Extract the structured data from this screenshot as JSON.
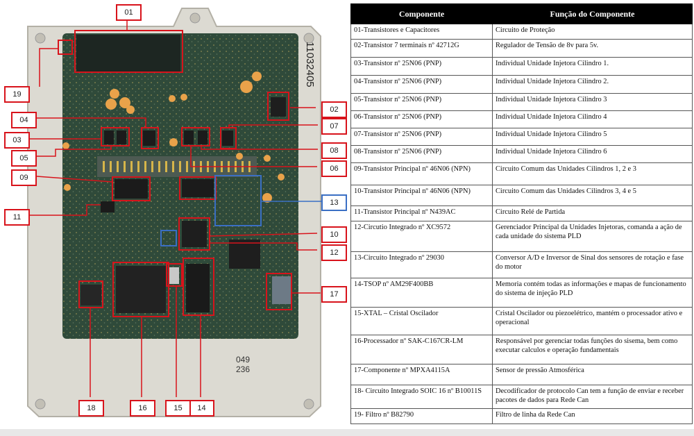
{
  "board": {
    "serial": "11032405",
    "stamp_line1": "049",
    "stamp_line2": "236"
  },
  "callouts": [
    "01",
    "02",
    "03",
    "04",
    "05",
    "06",
    "07",
    "08",
    "09",
    "10",
    "11",
    "12",
    "13",
    "14",
    "15",
    "16",
    "17",
    "18",
    "19"
  ],
  "table": {
    "header_component": "Componente",
    "header_function": "Função do Componente",
    "rows": [
      {
        "component": "01-Transistores e Capacitores",
        "function": "Circuito de Proteção"
      },
      {
        "component": "02-Transistor 7 terminais nº 42712G",
        "function": "Regulador de Tensão de 8v para 5v."
      },
      {
        "component": "03-Transistor nº 25N06 (PNP)",
        "function": "Individual Unidade Injetora Cilindro 1."
      },
      {
        "component": "04-Transistor nº 25N06 (PNP)",
        "function": "Individual Unidade Injetora Cilindro 2."
      },
      {
        "component": "05-Transistor nº 25N06 (PNP)",
        "function": "Individual Unidade Injetora Cilindro 3"
      },
      {
        "component": "06-Transistor nº 25N06 (PNP)",
        "function": "Individual Unidade Injetora Cilindro 4"
      },
      {
        "component": "07-Transistor nº 25N06 (PNP)",
        "function": "Individual Unidade Injetora Cilindro 5"
      },
      {
        "component": "08-Transistor nº 25N06 (PNP)",
        "function": "Individual Unidade Injetora Cilindro 6"
      },
      {
        "component": "09-Transistor Principal nº 46N06 (NPN)",
        "function": "Circuito Comum das Unidades Cilindros 1, 2 e 3"
      },
      {
        "component": "10-Transistor Principal nº 46N06 (NPN)",
        "function": "Circuito Comum das Unidades Cilindros 3, 4 e 5"
      },
      {
        "component": "11-Transistor Principal nº N439AC",
        "function": "Circuito Relé de Partida"
      },
      {
        "component": "12-Circutio Integrado nº XC9572",
        "function": "Gerenciador Principal da Unidades Injetoras, comanda a ação de cada unidade do sistema PLD"
      },
      {
        "component": "13-Circuito Integrado nº 29030",
        "function": "Conversor A/D e Inversor de Sinal dos sensores de rotação e fase do motor"
      },
      {
        "component": "14-TSOP nº AM29F400BB",
        "function": "Memoria contém todas as informações e mapas de funcionamento do sistema de injeção PLD"
      },
      {
        "component": "15-XTAL – Cristal Oscilador",
        "function": "Cristal Oscilador ou piezoelétrico, mantém o processador ativo e operacional"
      },
      {
        "component": "16-Processador nº SAK-C167CR-LM",
        "function": "Responsável por gerenciar todas funções do sisema, bem como executar calculos e operação fundamentais"
      },
      {
        "component": "17-Componente nº MPXA4115A",
        "function": "Sensor de pressão Atmosférica"
      },
      {
        "component": "18- Circuito Integrado SOIC 16 nº B10011S",
        "function": "Decodificador de protocolo Can tem a função de enviar e receber pacotes de dados para Rede Can"
      },
      {
        "component": "19- Filtro nº B82790",
        "function": "Filtro de linha da Rede Can"
      }
    ]
  }
}
